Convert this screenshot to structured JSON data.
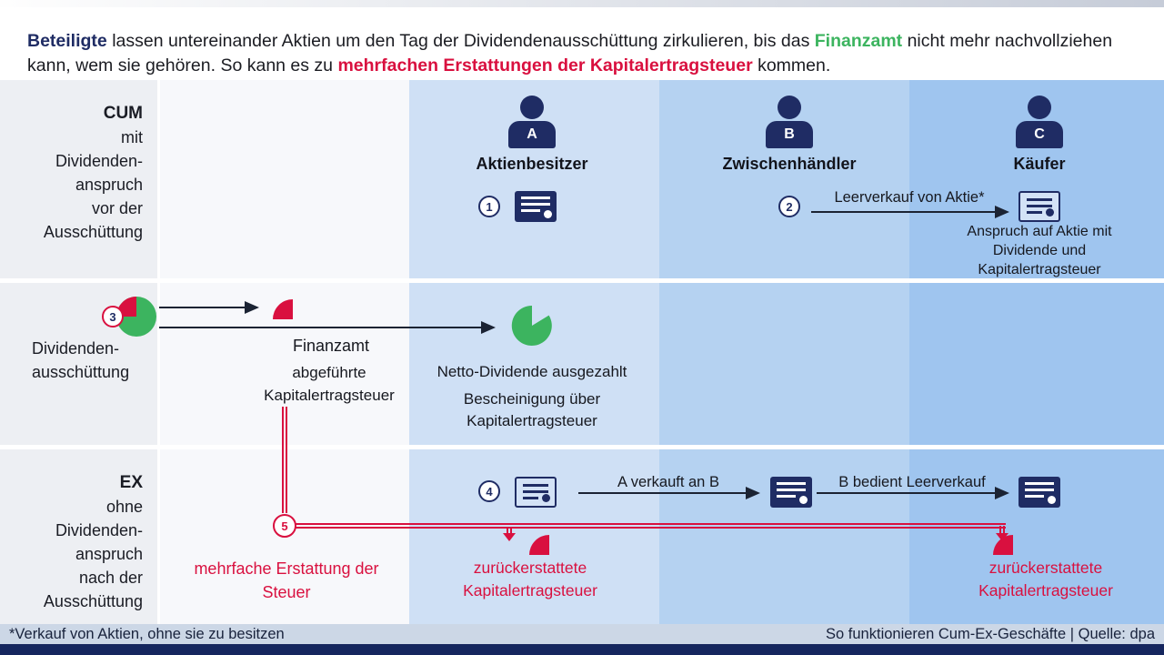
{
  "colors": {
    "navy": "#1f2c64",
    "green": "#3cb45f",
    "red": "#d9103f",
    "arrow-dark": "#1b2333",
    "text-dark": "#16181f",
    "band-label": "#edeff3",
    "band-col2": "#f7f8fb",
    "band-a": "#cfe0f5",
    "band-b": "#b5d2f1",
    "band-c": "#9fc5ef",
    "footer-bg": "#ccd7e6",
    "bottom-bar": "#15265e"
  },
  "intro": {
    "segments": [
      {
        "text": "Beteiligte"
      },
      {
        "text": " lassen untereinander Aktien um den Tag der Dividendenausschüttung zirkulieren, bis das "
      },
      {
        "text": "Finanzamt"
      },
      {
        "text": " nicht mehr nachvollziehen kann, wem sie gehören. So kann es zu "
      },
      {
        "text": "mehrfachen Erstattungen der Kapitalertragsteuer"
      },
      {
        "text": " kommen."
      }
    ]
  },
  "sideLabels": {
    "cum": {
      "title": "CUM",
      "body": "mit\nDividenden-\nanspruch\nvor der\nAusschüttung"
    },
    "mid": {
      "body": "Dividenden-\nausschüttung"
    },
    "ex": {
      "title": "EX",
      "body": "ohne\nDividenden-\nanspruch\nnach der\nAusschüttung"
    }
  },
  "actors": {
    "a": {
      "letter": "A",
      "label": "Aktienbesitzer"
    },
    "b": {
      "letter": "B",
      "label": "Zwischenhändler"
    },
    "c": {
      "letter": "C",
      "label": "Käufer"
    }
  },
  "badges": {
    "b1": "1",
    "b2": "2",
    "b3": "3",
    "b4": "4",
    "b5": "5"
  },
  "row1": {
    "leerverkauf": "Leerverkauf von Aktie*",
    "anspruch": "Anspruch auf Aktie mit Dividende und Kapitalertragsteuer"
  },
  "row2": {
    "finanzamt": "Finanzamt",
    "abgefuehrte": "abgeführte Kapitalertragsteuer",
    "netto": "Netto-Dividende ausgezahlt",
    "bescheinigung": "Bescheinigung über Kapitalertragsteuer"
  },
  "row3": {
    "a_to_b": "A verkauft an B",
    "b_to_c": "B bedient Leerverkauf",
    "mehrfache": "mehrfache Erstattung der Steuer",
    "refund": "zurückerstattete Kapitalertragsteuer"
  },
  "footer": {
    "note": "*Verkauf von Aktien, ohne sie zu besitzen",
    "source": "So funktionieren Cum-Ex-Geschäfte | Quelle: dpa"
  }
}
